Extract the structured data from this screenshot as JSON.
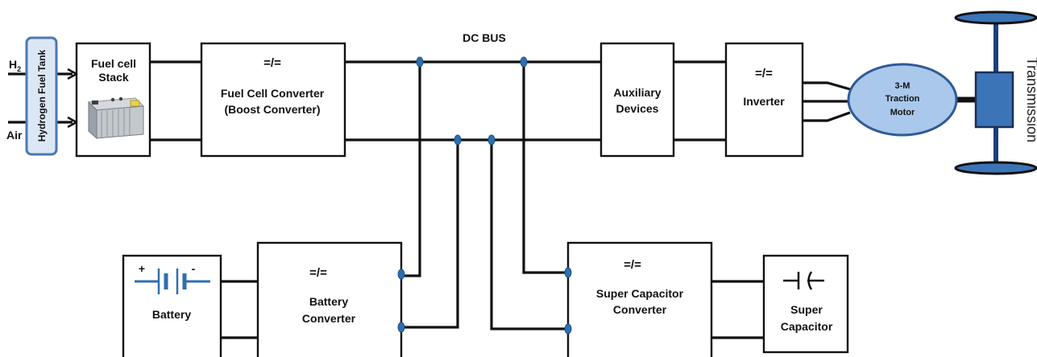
{
  "colors": {
    "wire": "#111111",
    "node": "#2e6fb0",
    "tank_border": "#4a78b5",
    "tank_fill": "#dbe7f5",
    "motor_fill": "#a9c8ec",
    "motor_border": "#2f5b96",
    "transmission_blue": "#3c74b8",
    "axle": "#1b3f7a"
  },
  "inputs": {
    "h2_main": "H",
    "h2_sub": "2",
    "air": "Air"
  },
  "blocks": {
    "hydrogen_tank": "Hydrogen Fuel Tank",
    "fuel_cell_stack": [
      "Fuel cell",
      "Stack"
    ],
    "fuel_cell_converter": {
      "symbol": "=/=",
      "lines": [
        "Fuel Cell Converter",
        "(Boost Converter)"
      ]
    },
    "dc_bus": "DC BUS",
    "auxiliary_devices": [
      "Auxiliary",
      "Devices"
    ],
    "inverter": {
      "symbol": "=/=",
      "label": "Inverter"
    },
    "traction_motor": [
      "3-M",
      "Traction",
      "Motor"
    ],
    "transmission": "Transmission",
    "battery": {
      "plus": "+",
      "minus": "-",
      "label": "Battery"
    },
    "battery_converter": {
      "symbol": "=/=",
      "lines": [
        "Battery",
        "Converter"
      ]
    },
    "super_capacitor_converter": {
      "symbol": "=/=",
      "lines": [
        "Super Capacitor",
        "Converter"
      ]
    },
    "super_capacitor": [
      "Super",
      "Capacitor"
    ]
  }
}
